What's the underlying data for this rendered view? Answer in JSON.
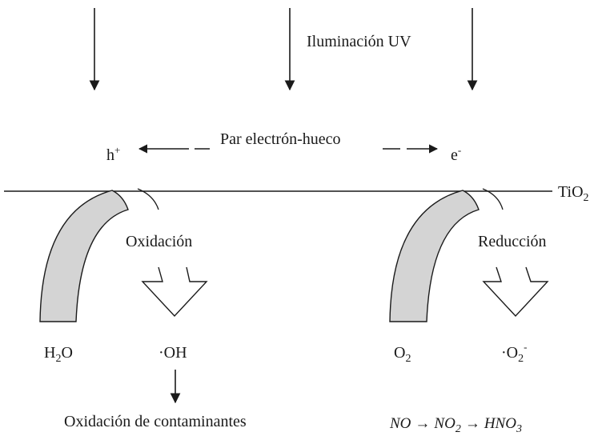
{
  "labels": {
    "uv": "Iluminación UV",
    "pair": "Par electrón-hueco",
    "hole": "h",
    "hole_sup": "+",
    "electron": "e",
    "electron_sup": "-",
    "material_base": "TiO",
    "material_sub": "2",
    "oxidation": "Oxidación",
    "reduction": "Reducción",
    "water_a": "H",
    "water_sub": "2",
    "water_b": "O",
    "hydroxyl": "·OH",
    "oxygen_base": "O",
    "oxygen_sub": "2",
    "superoxide_base": "·O",
    "superoxide_sub": "2",
    "superoxide_sup": "-",
    "pollutants": "Oxidación de contaminantes",
    "reaction_no": "NO",
    "reaction_arrow": "→",
    "reaction_no2": "NO",
    "reaction_no2_sub": "2",
    "reaction_hno3": "HNO",
    "reaction_hno3_sub": "3"
  },
  "colors": {
    "ink": "#1a1a1a",
    "arc_fill": "#d4d4d4",
    "background": "#ffffff"
  }
}
